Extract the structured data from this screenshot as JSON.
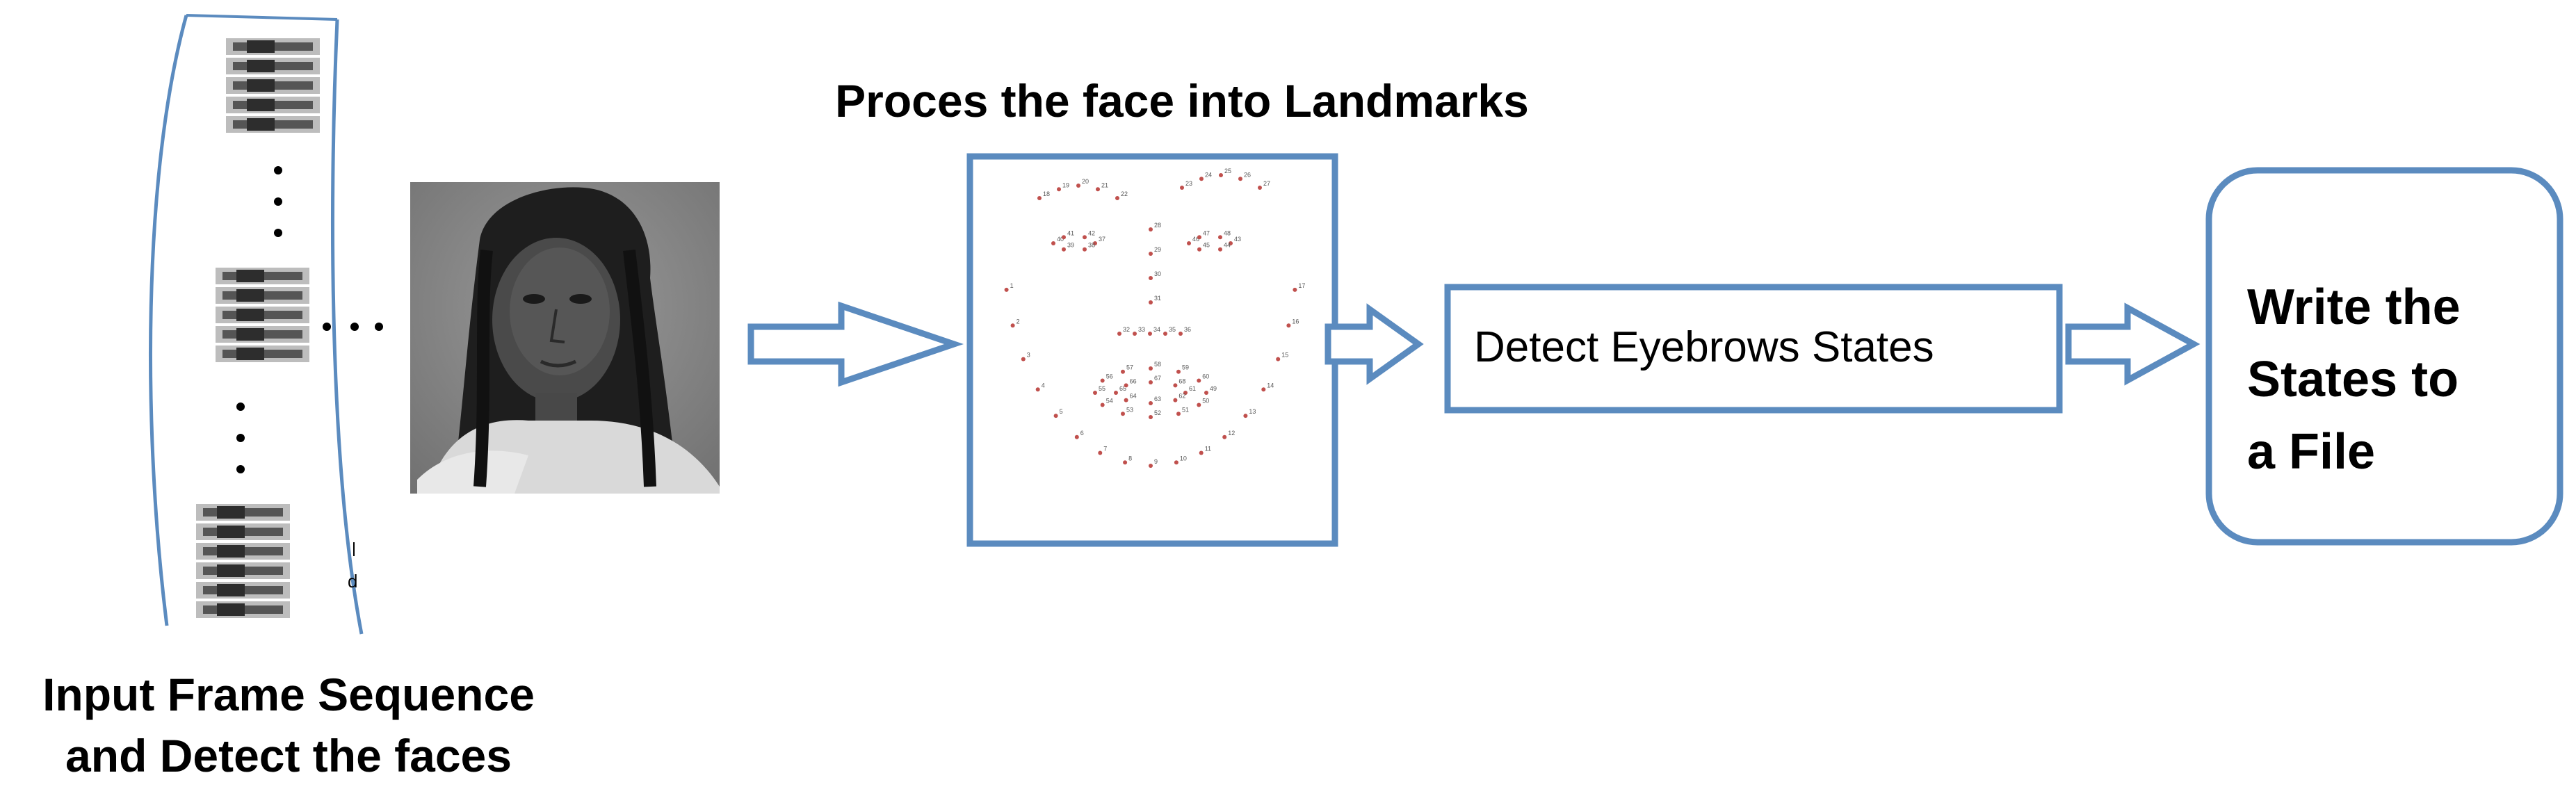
{
  "diagram": {
    "input_stage": {
      "caption": [
        "Input Frame Sequence",
        "and Detect the faces"
      ]
    },
    "landmark_stage": {
      "caption": "Proces the face into Landmarks"
    },
    "detect_stage": {
      "label": "Detect Eyebrows States"
    },
    "output_stage": {
      "label": [
        "Write the",
        "States to",
        "a File"
      ]
    },
    "colors": {
      "box_stroke": "#5b8bbf",
      "arrow_fill": "#ffffff",
      "landmark_point": "#c0504d",
      "landmark_text": "#000000"
    },
    "icons": [
      "film-strip-icon",
      "face-photo-icon",
      "landmark-map-icon",
      "flow-arrow-icon"
    ]
  }
}
